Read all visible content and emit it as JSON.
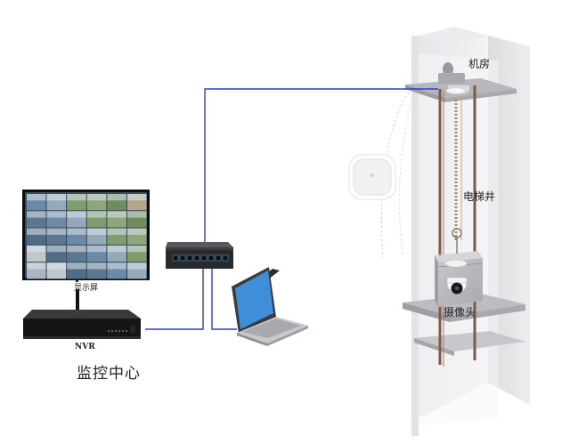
{
  "labels": {
    "machine_room": "机房",
    "elevator_shaft": "电梯井",
    "camera": "摄像头",
    "display": "显示屏",
    "nvr": "NVR",
    "monitoring_center": "监控中心"
  },
  "colors": {
    "network_cable": "#2b3fc7",
    "shaft_rail": "#7a5a4a",
    "shaft_wall": "#d8d8dc",
    "shaft_platform": "#b9b9bd"
  },
  "icons": [
    "monitor-icon",
    "nvr-recorder-icon",
    "network-switch-icon",
    "laptop-icon",
    "wireless-bridge-icon",
    "dome-camera-icon",
    "elevator-car-icon"
  ]
}
